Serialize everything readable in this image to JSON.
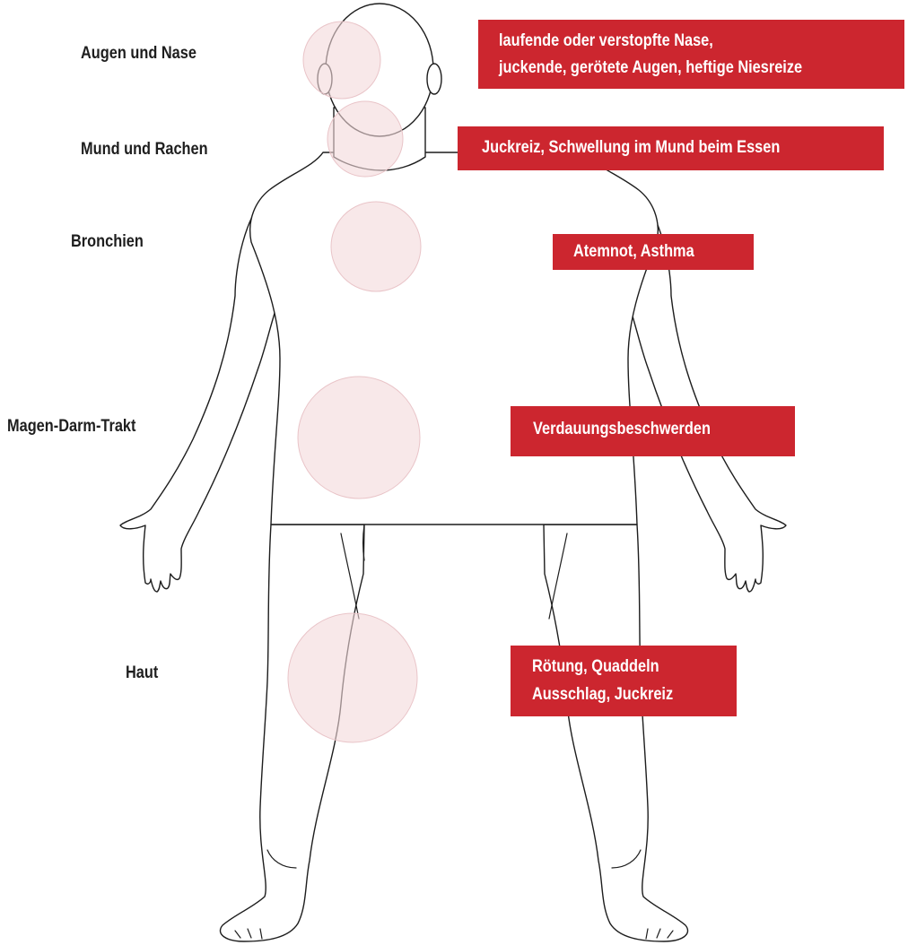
{
  "regions": [
    {
      "id": "augen-nase",
      "label": "Augen und Nase",
      "symptoms": [
        "laufende oder verstopfte Nase,",
        "juckende, gerötete Augen, heftige Niesreize"
      ]
    },
    {
      "id": "mund-rachen",
      "label": "Mund und Rachen",
      "symptoms": [
        "Juckreiz, Schwellung im Mund beim Essen"
      ]
    },
    {
      "id": "bronchien",
      "label": "Bronchien",
      "symptoms": [
        "Atemnot, Asthma"
      ]
    },
    {
      "id": "magen-darm",
      "label": "Magen-Darm-Trakt",
      "symptoms": [
        "Verdauungsbeschwerden"
      ]
    },
    {
      "id": "haut",
      "label": "Haut",
      "symptoms": [
        "Rötung, Quaddeln",
        "Ausschlag, Juckreiz"
      ]
    }
  ],
  "colors": {
    "box": "#cc262f",
    "box_text": "#ffffff",
    "zone": "#f3d8db",
    "label": "#1e1e1e",
    "outline": "#1d1d1d"
  }
}
